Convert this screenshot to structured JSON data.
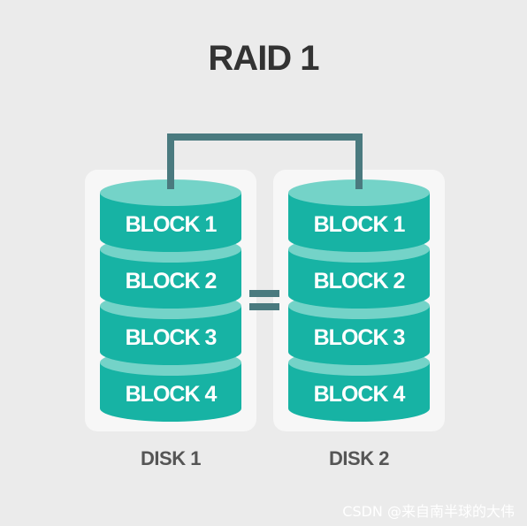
{
  "title": "RAID 1",
  "disks": [
    {
      "label": "DISK 1",
      "blocks": [
        "BLOCK 1",
        "BLOCK 2",
        "BLOCK 3",
        "BLOCK 4"
      ]
    },
    {
      "label": "DISK 2",
      "blocks": [
        "BLOCK 1",
        "BLOCK 2",
        "BLOCK 3",
        "BLOCK 4"
      ]
    }
  ],
  "equals_symbol": "=",
  "watermark": "CSDN @来自南半球的大伟",
  "colors": {
    "background": "#ebebeb",
    "disk_panel": "#f7f7f7",
    "block_body": "#17b3a4",
    "block_top": "#74d3c8",
    "connector": "#4a7a7f",
    "title": "#333333",
    "label": "#555555"
  }
}
